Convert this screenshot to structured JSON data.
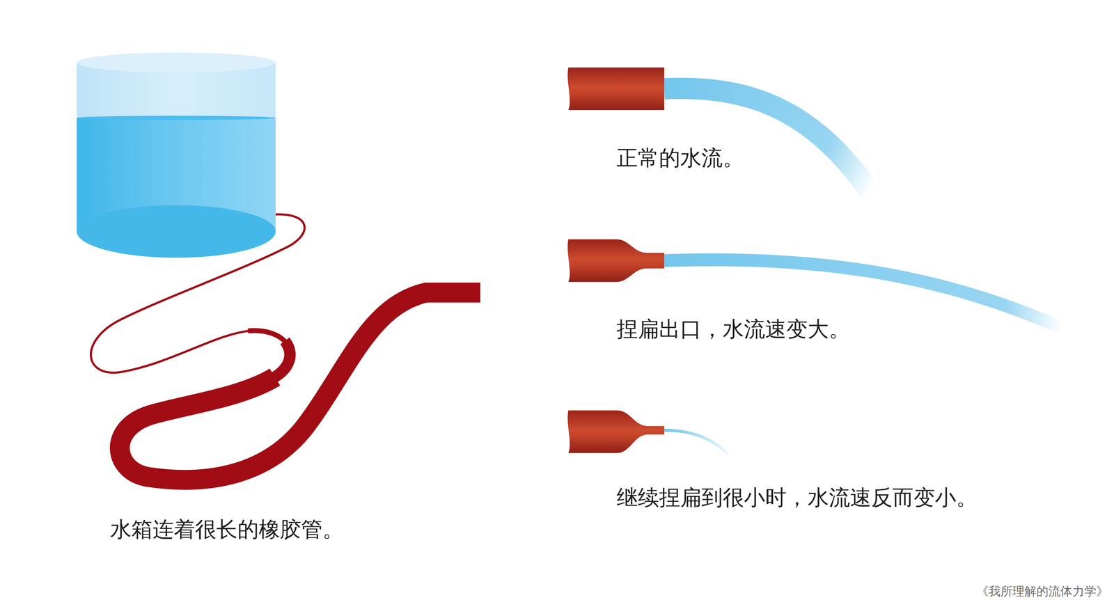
{
  "diagram": {
    "labels": [
      "水箱连着很长的橡胶管。",
      "正常的水流。",
      "捏扁出口，水流速变大。",
      "继续捏扁到很小时，水流速反而变小。",
      "《我所理解的流体力学》"
    ]
  }
}
